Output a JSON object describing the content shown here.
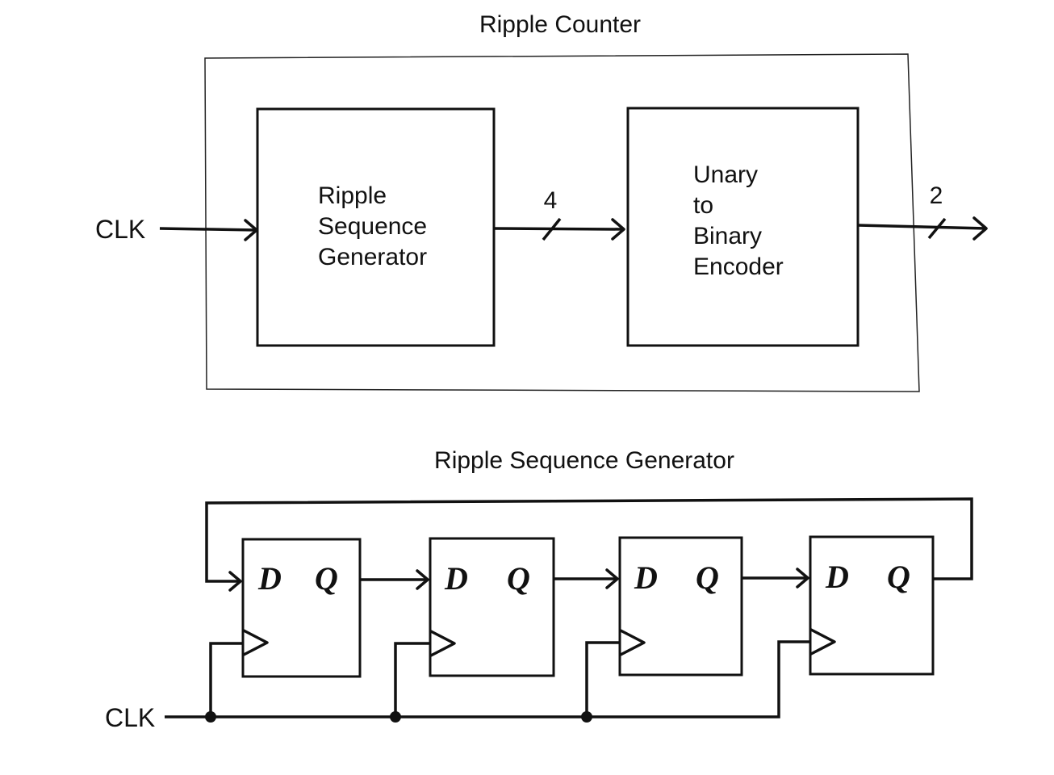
{
  "top_diagram": {
    "title": "Ripple Counter",
    "input_label": "CLK",
    "block1_lines": [
      "Ripple",
      "Sequence",
      "Generator"
    ],
    "bus1_width": "4",
    "block2_lines": [
      "Unary",
      "to",
      "Binary",
      "Encoder"
    ],
    "bus2_width": "2"
  },
  "bottom_diagram": {
    "title": "Ripple Sequence Generator",
    "clock_label": "CLK",
    "flip_flops": [
      {
        "d_label": "D",
        "q_label": "Q"
      },
      {
        "d_label": "D",
        "q_label": "Q"
      },
      {
        "d_label": "D",
        "q_label": "Q"
      },
      {
        "d_label": "D",
        "q_label": "Q"
      }
    ]
  }
}
